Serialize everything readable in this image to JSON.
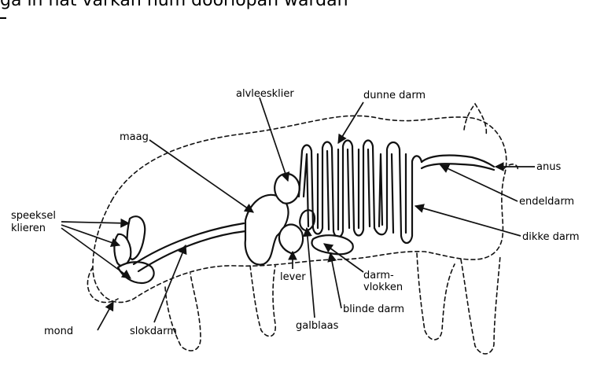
{
  "header": {
    "cut_text": "gà in hat varkan hum doorlopan wardan"
  },
  "labels": {
    "alvleesklier": "alvleesklier",
    "dunne_darm": "dunne darm",
    "maag": "maag",
    "speeksel": "speeksel",
    "klieren": "klieren",
    "anus": "anus",
    "endeldarm": "endeldarm",
    "dikke_darm": "dikke darm",
    "lever": "lever",
    "darm": "darm-",
    "vlokken": "vlokken",
    "blinde_darm": "blinde darm",
    "mond": "mond",
    "slokdarm": "slokdarm",
    "galblaas": "galblaas"
  }
}
